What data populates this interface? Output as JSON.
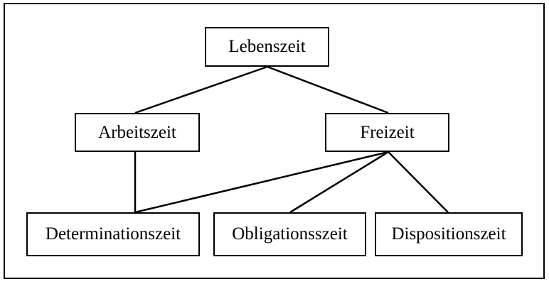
{
  "nodes": {
    "lebenszeit": "Lebenszeit",
    "arbeitszeit": "Arbeitszeit",
    "freizeit": "Freizeit",
    "determinationszeit": "Determinationszeit",
    "obligationsszeit": "Obligationsszeit",
    "dispositionszeit": "Dispositionszeit"
  },
  "edges": [
    {
      "from": "lebenszeit",
      "to": "arbeitszeit"
    },
    {
      "from": "lebenszeit",
      "to": "freizeit"
    },
    {
      "from": "arbeitszeit",
      "to": "determinationszeit"
    },
    {
      "from": "freizeit",
      "to": "determinationszeit"
    },
    {
      "from": "freizeit",
      "to": "obligationsszeit"
    },
    {
      "from": "freizeit",
      "to": "dispositionszeit"
    }
  ]
}
